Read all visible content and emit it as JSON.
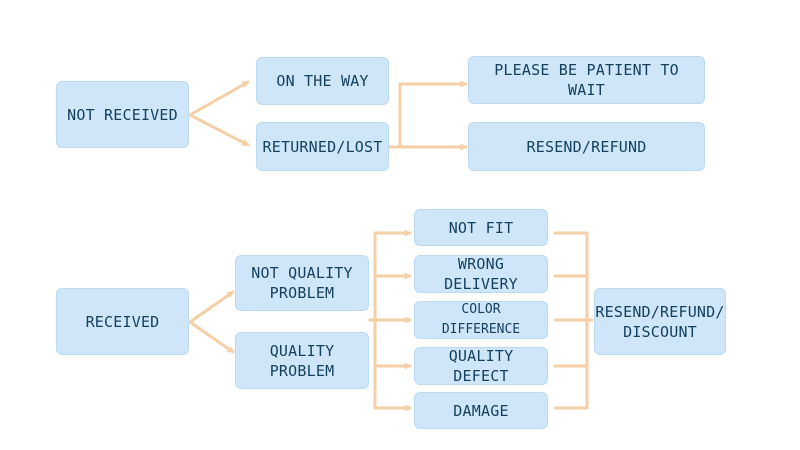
{
  "colors": {
    "box_fill": "#cfe6f8",
    "box_text": "#14405f",
    "connector": "#f5cfa6"
  },
  "top": {
    "root": "NOT RECEIVED",
    "on_the_way": "ON THE WAY",
    "returned_lost": "RETURNED/LOST",
    "please_wait": "PLEASE BE PATIENT TO WAIT",
    "resend_refund": "RESEND/REFUND"
  },
  "bottom": {
    "root": "RECEIVED",
    "not_quality": "NOT QUALITY\nPROBLEM",
    "quality": "QUALITY\nPROBLEM",
    "not_fit": "NOT FIT",
    "wrong_delivery": "WRONG DELIVERY",
    "color_difference": "COLOR DIFFERENCE",
    "quality_defect": "QUALITY DEFECT",
    "damage": "DAMAGE",
    "outcome": "RESEND/REFUND/\nDISCOUNT"
  }
}
